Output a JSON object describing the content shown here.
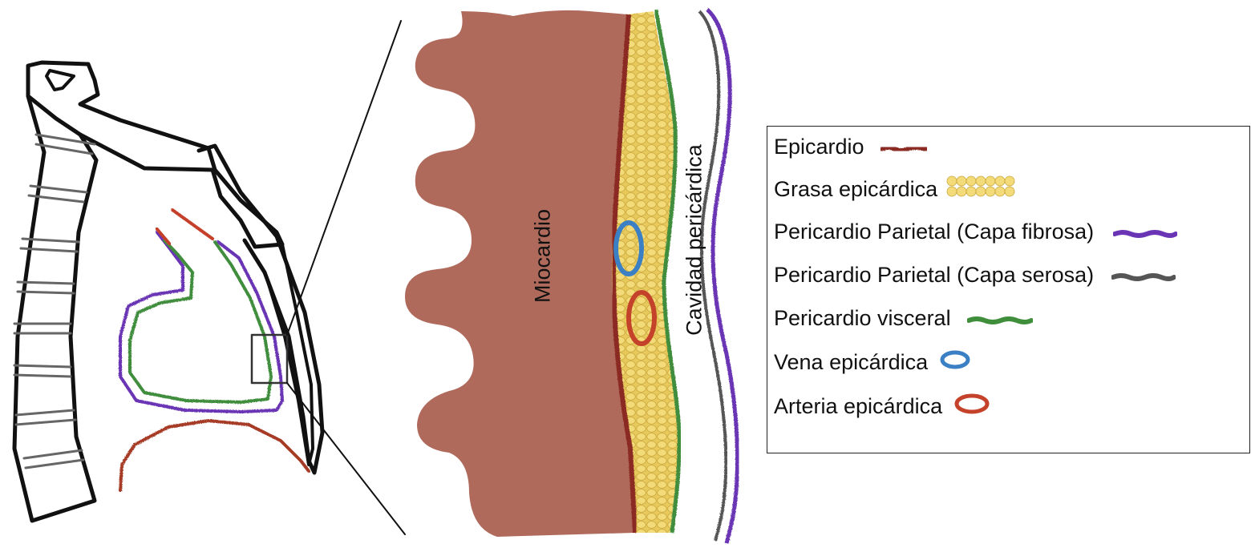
{
  "labels": {
    "myocardium": "Miocardio",
    "pericardial_cavity": "Cavidad pericárdica"
  },
  "legend": [
    {
      "label": "Epicardio",
      "icon": "epicardium-swatch",
      "color": "#8b2c22"
    },
    {
      "label": "Grasa epicárdica",
      "icon": "fat-swatch",
      "color": "#f2d46a"
    },
    {
      "label": "Pericardio Parietal (Capa fibrosa)",
      "icon": "fibrous-swatch",
      "color": "#6a35b4"
    },
    {
      "label": "Pericardio Parietal (Capa serosa)",
      "icon": "serous-swatch",
      "color": "#555555"
    },
    {
      "label": "Pericardio visceral",
      "icon": "visceral-swatch",
      "color": "#3f8e3c"
    },
    {
      "label": "Vena epicárdica",
      "icon": "vein-swatch",
      "color": "#3b7fc4"
    },
    {
      "label": "Arteria epicárdica",
      "icon": "artery-swatch",
      "color": "#c4412a"
    }
  ],
  "colors": {
    "myocardium_fill": "#b06a5c",
    "outline": "#111111"
  }
}
